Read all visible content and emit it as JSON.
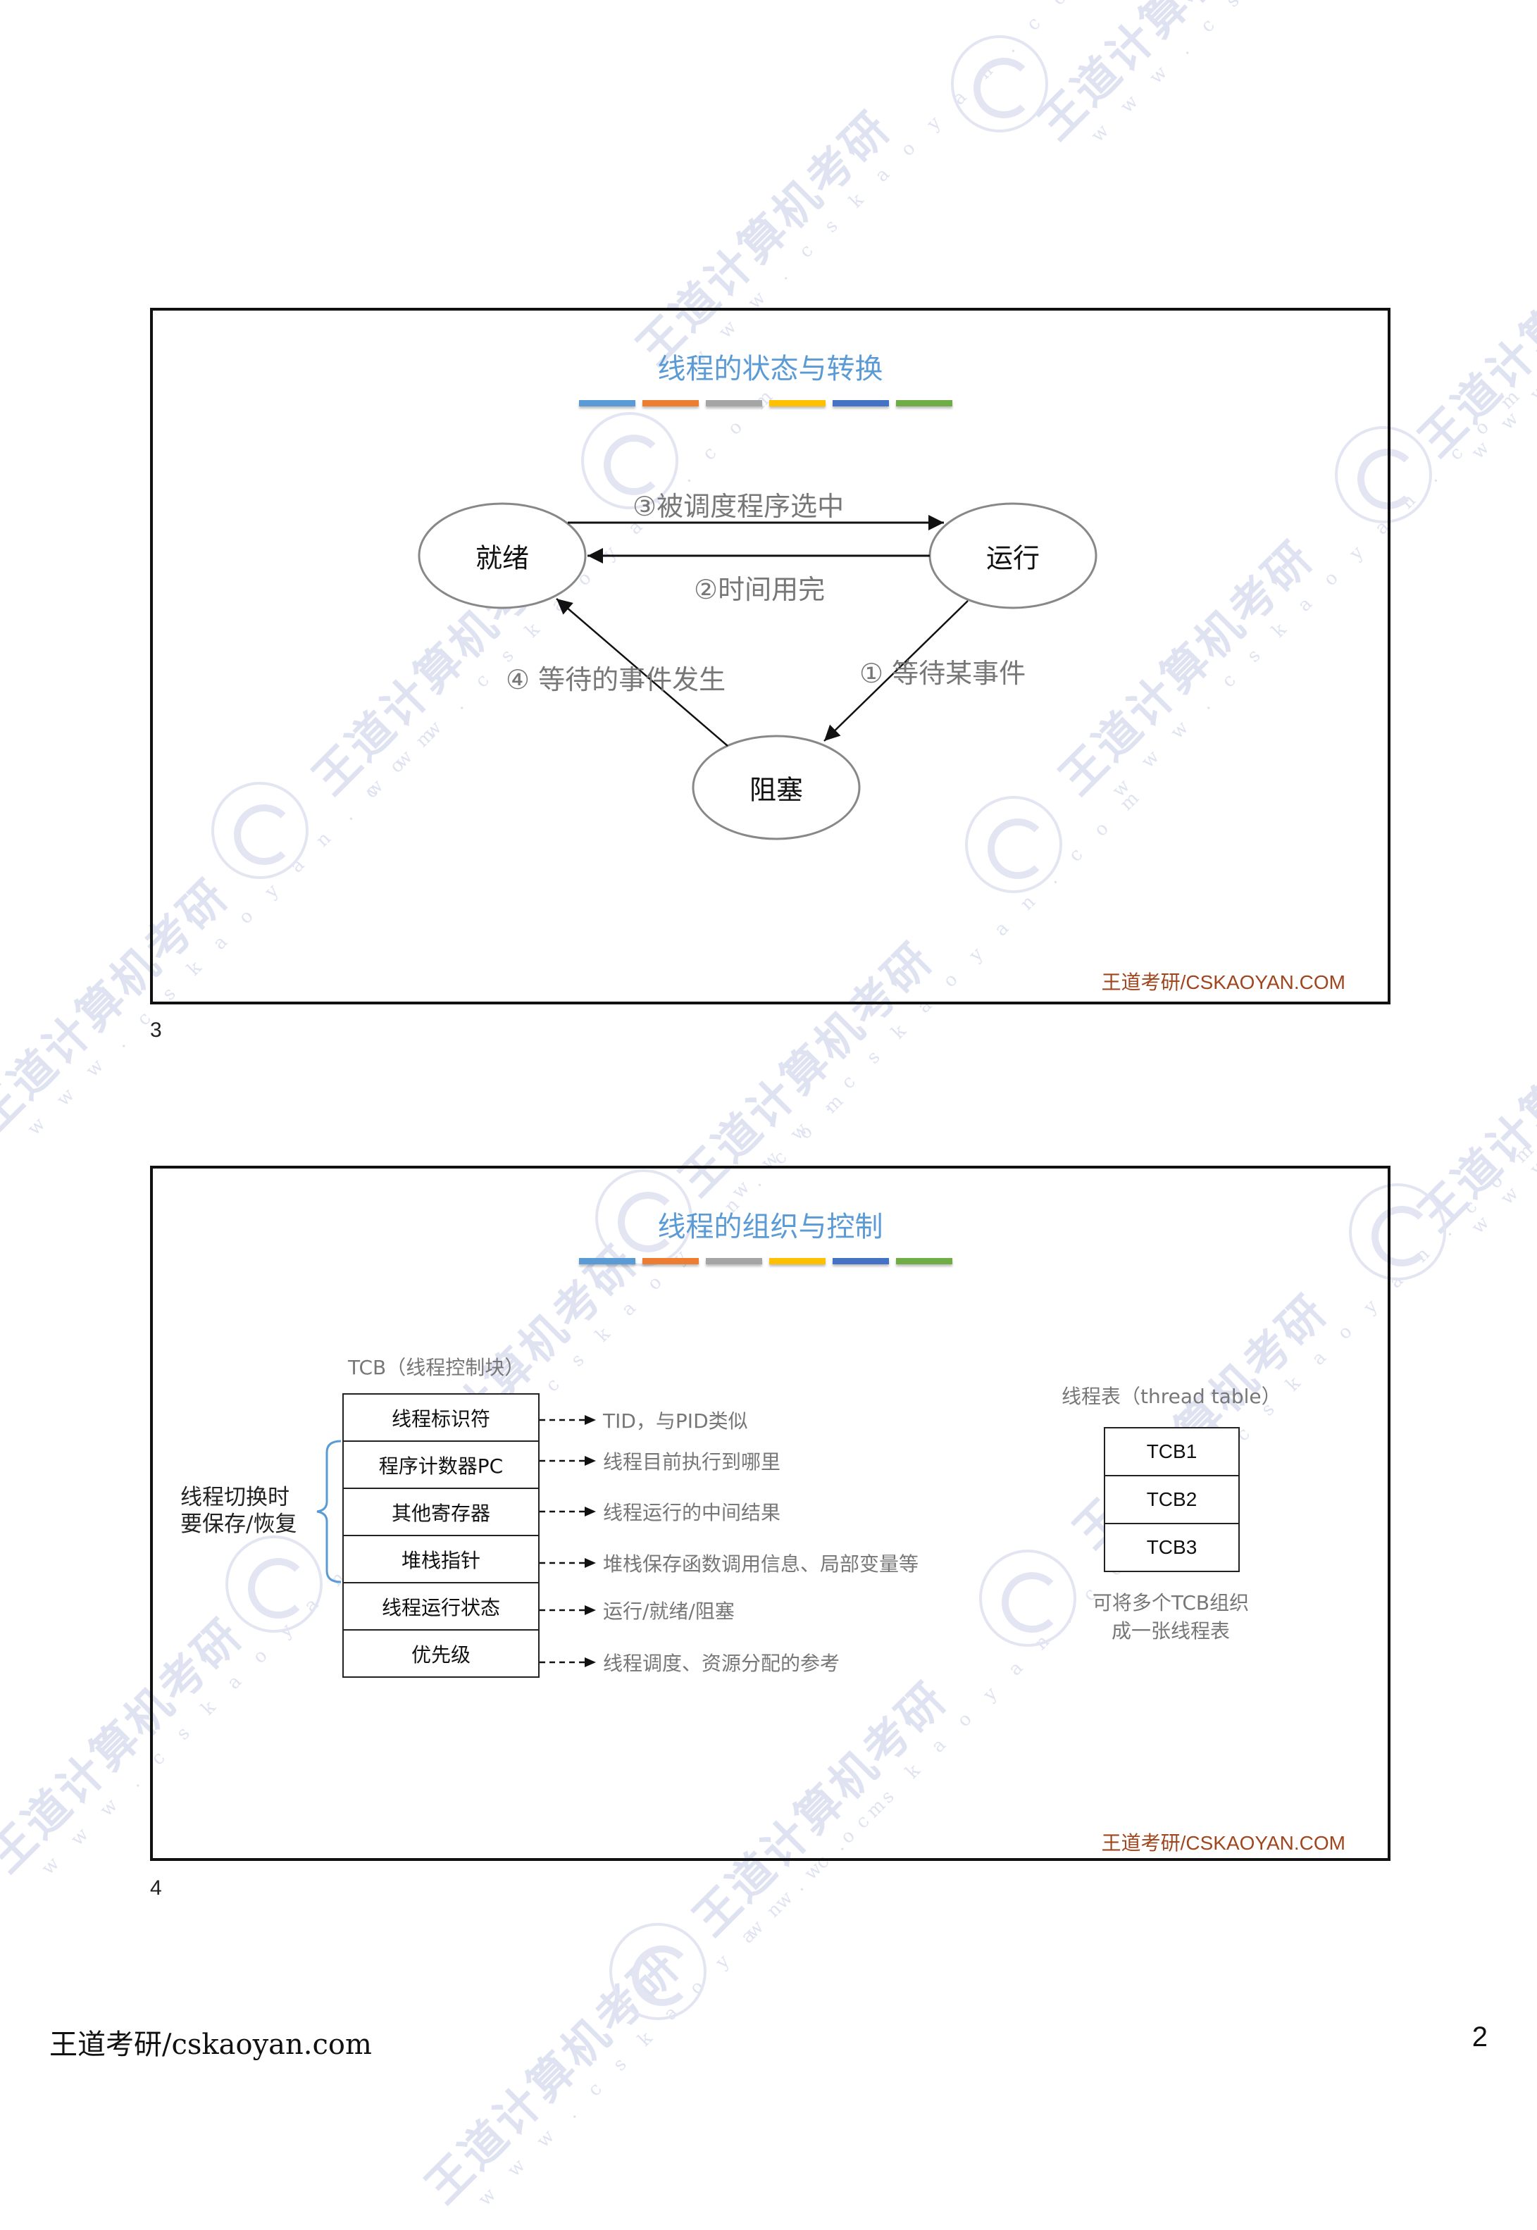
{
  "watermark": {
    "brand": "王道计算机考研",
    "url": "w w w . c s k a o y a n . c o m"
  },
  "slides": [
    {
      "number": "3",
      "title": "线程的状态与转换",
      "brand": "王道考研/CSKAOYAN.COM",
      "title_bar_colors": [
        "#5b9bd5",
        "#ed7d31",
        "#a5a5a5",
        "#ffc000",
        "#4472c4",
        "#70ad47"
      ],
      "diagram": {
        "nodes": [
          {
            "id": "ready",
            "label": "就绪"
          },
          {
            "id": "running",
            "label": "运行"
          },
          {
            "id": "blocked",
            "label": "阻塞"
          }
        ],
        "edges": [
          {
            "from": "ready",
            "to": "running",
            "label": "③被调度程序选中"
          },
          {
            "from": "running",
            "to": "ready",
            "label": "②时间用完"
          },
          {
            "from": "running",
            "to": "blocked",
            "label": "① 等待某事件"
          },
          {
            "from": "blocked",
            "to": "ready",
            "label": "④ 等待的事件发生"
          }
        ]
      }
    },
    {
      "number": "4",
      "title": "线程的组织与控制",
      "brand": "王道考研/CSKAOYAN.COM",
      "title_bar_colors": [
        "#5b9bd5",
        "#ed7d31",
        "#a5a5a5",
        "#ffc000",
        "#4472c4",
        "#70ad47"
      ],
      "tcb": {
        "caption": "TCB（线程控制块）",
        "fields": [
          {
            "label": "线程标识符",
            "desc": "TID，与PID类似"
          },
          {
            "label": "程序计数器PC",
            "desc": "线程目前执行到哪里"
          },
          {
            "label": "其他寄存器",
            "desc": "线程运行的中间结果"
          },
          {
            "label": "堆栈指针",
            "desc": "堆栈保存函数调用信息、局部变量等"
          },
          {
            "label": "线程运行状态",
            "desc": "运行/就绪/阻塞"
          },
          {
            "label": "优先级",
            "desc": "线程调度、资源分配的参考"
          }
        ],
        "bracket_note": [
          "线程切换时",
          "要保存/恢复"
        ],
        "bracket_color": "#5b9bd5"
      },
      "thread_table": {
        "caption": "线程表（thread table）",
        "rows": [
          "TCB1",
          "TCB2",
          "TCB3"
        ],
        "note": [
          "可将多个TCB组织",
          "成一张线程表"
        ]
      }
    }
  ],
  "footer": {
    "text": "王道考研/cskaoyan.com",
    "page": "2"
  }
}
